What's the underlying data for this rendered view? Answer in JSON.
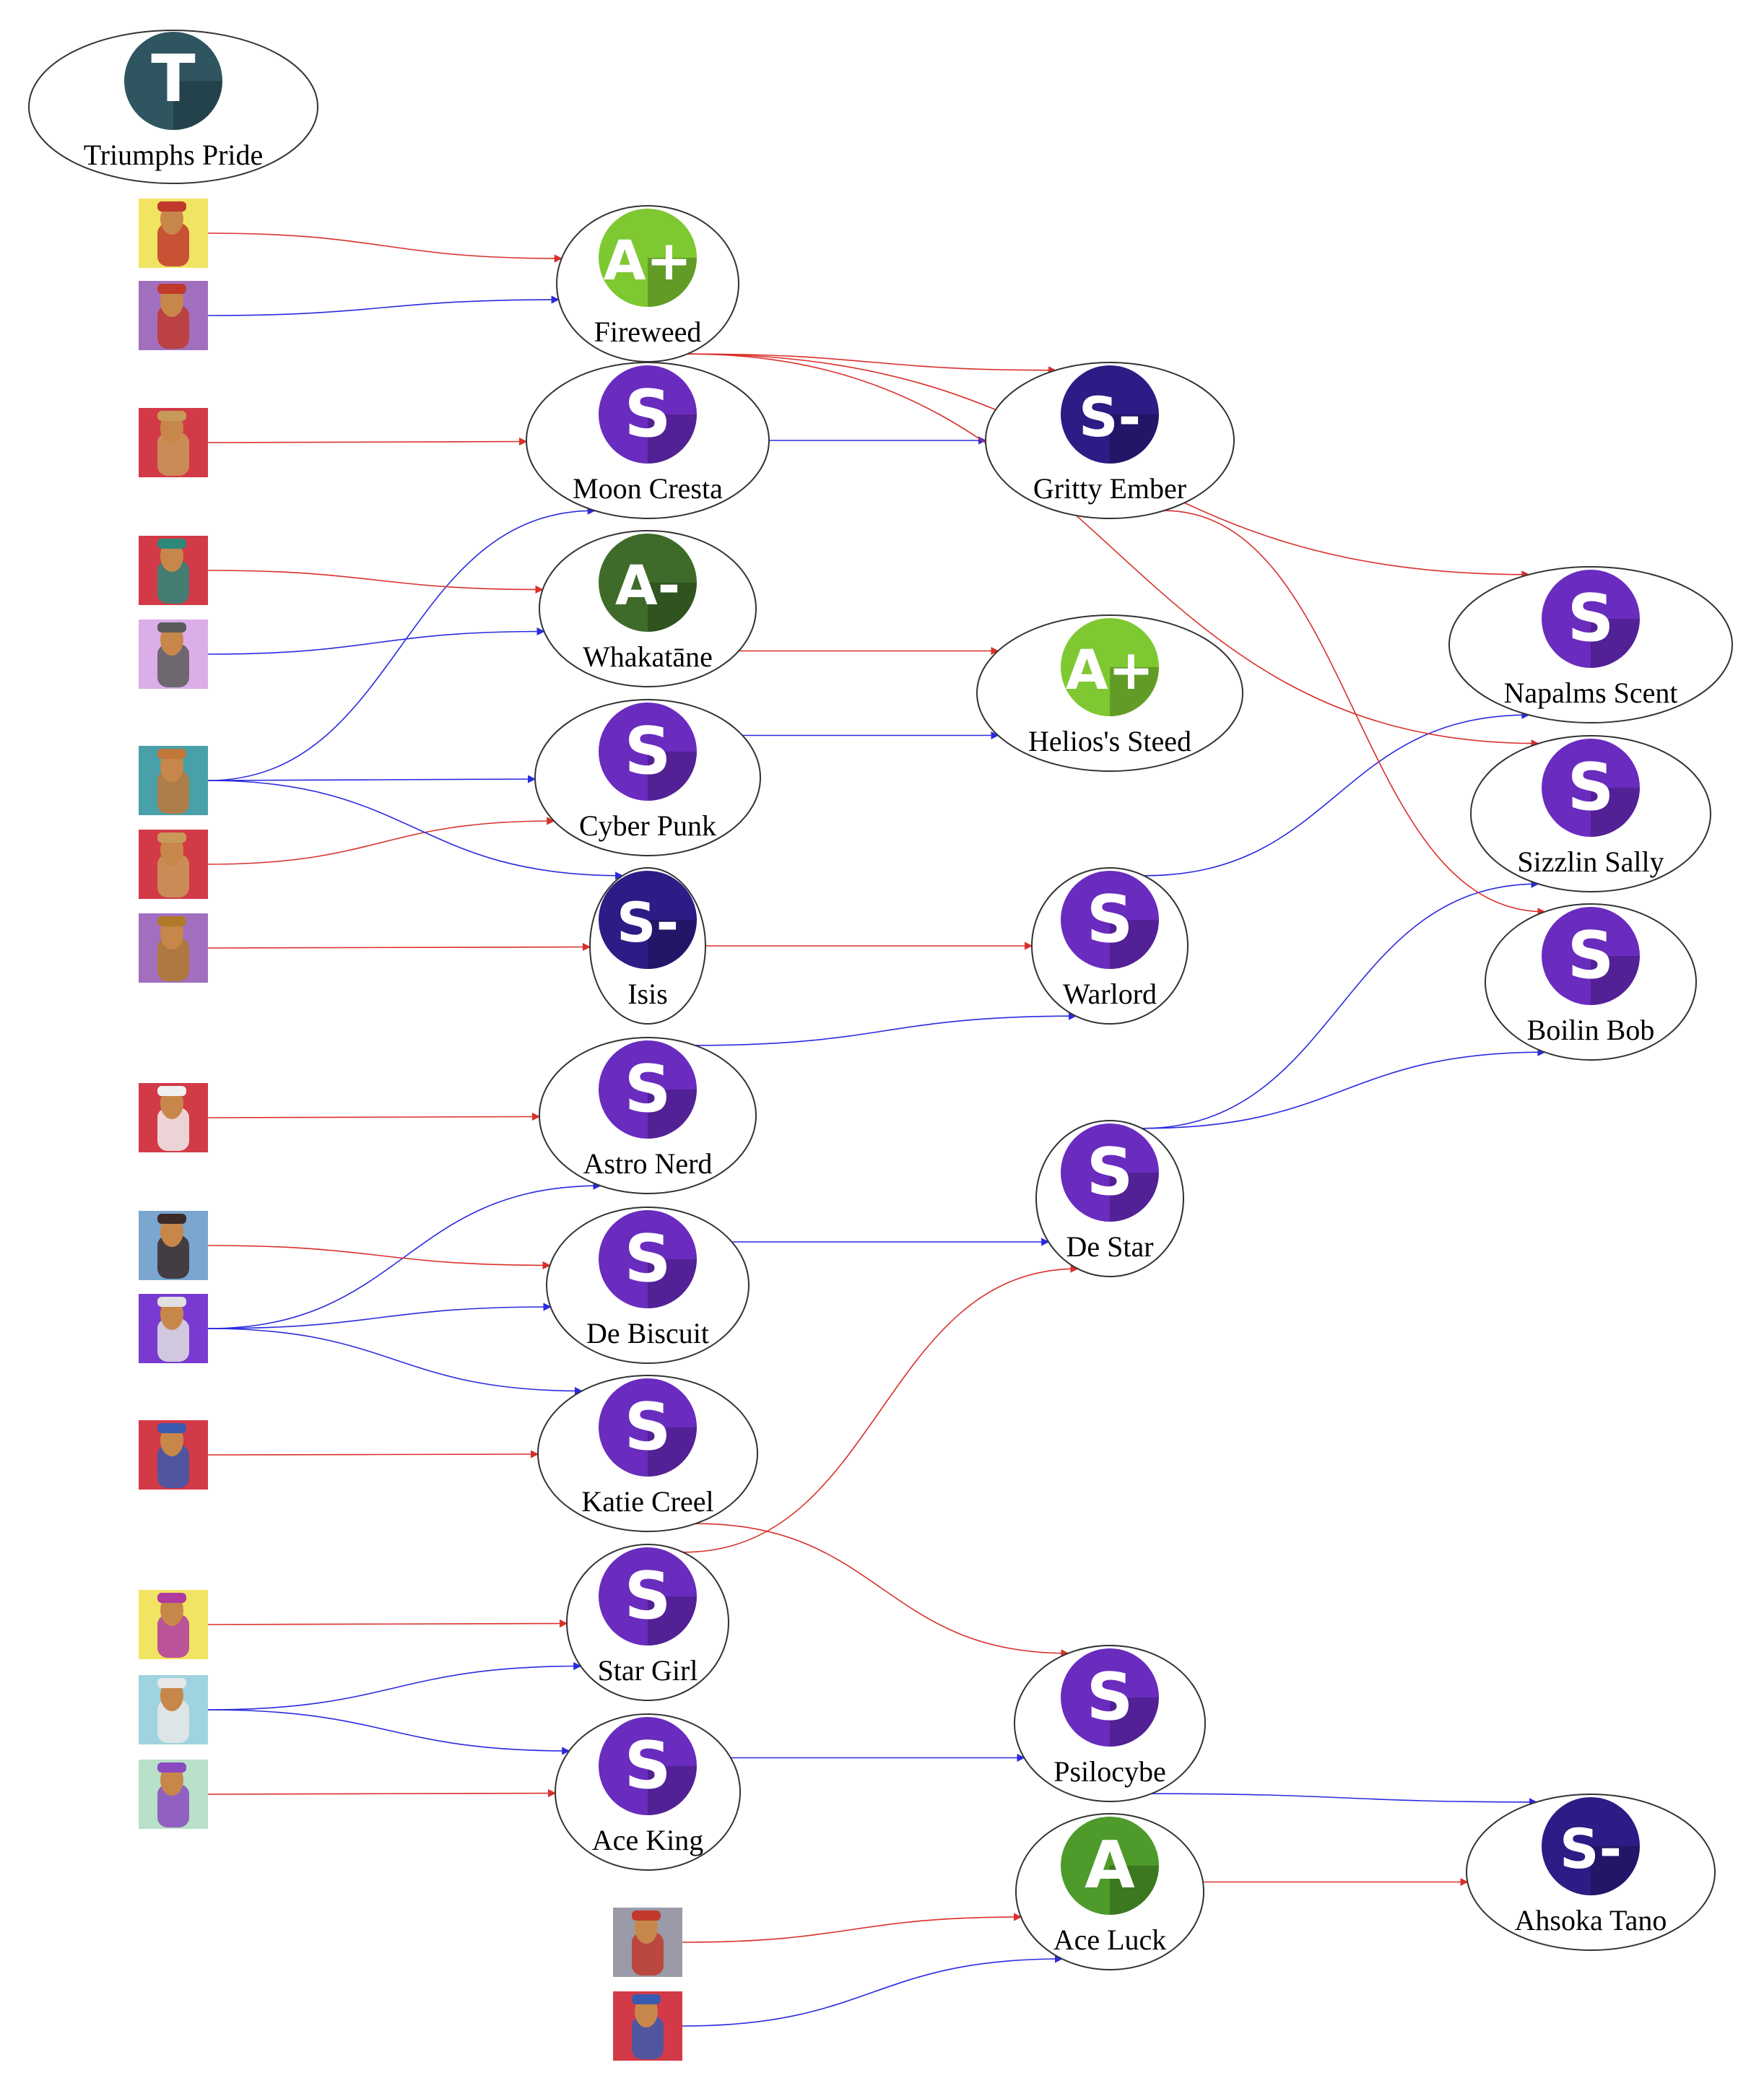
{
  "title_node": {
    "label": "Triumphs Pride",
    "grade": "T",
    "color": "#2f5560"
  },
  "grade_colors": {
    "S": "#6a2bbf",
    "S-": "#2e1b85",
    "A+": "#7ec832",
    "A": "#4e9a2a",
    "A-": "#3f6b2a",
    "T": "#2f5560"
  },
  "nodes": [
    {
      "id": "fireweed",
      "label": "Fireweed",
      "grade": "A+"
    },
    {
      "id": "moon-cresta",
      "label": "Moon Cresta",
      "grade": "S"
    },
    {
      "id": "whakatane",
      "label": "Whakatāne",
      "grade": "A-"
    },
    {
      "id": "cyber-punk",
      "label": "Cyber Punk",
      "grade": "S"
    },
    {
      "id": "isis",
      "label": "Isis",
      "grade": "S-"
    },
    {
      "id": "astro-nerd",
      "label": "Astro Nerd",
      "grade": "S"
    },
    {
      "id": "de-biscuit",
      "label": "De Biscuit",
      "grade": "S"
    },
    {
      "id": "katie-creel",
      "label": "Katie Creel",
      "grade": "S"
    },
    {
      "id": "star-girl",
      "label": "Star Girl",
      "grade": "S"
    },
    {
      "id": "ace-king",
      "label": "Ace King",
      "grade": "S"
    },
    {
      "id": "gritty-ember",
      "label": "Gritty Ember",
      "grade": "S-"
    },
    {
      "id": "helios-steed",
      "label": "Helios's Steed",
      "grade": "A+"
    },
    {
      "id": "warlord",
      "label": "Warlord",
      "grade": "S"
    },
    {
      "id": "de-star",
      "label": "De Star",
      "grade": "S"
    },
    {
      "id": "psilocybe",
      "label": "Psilocybe",
      "grade": "S"
    },
    {
      "id": "ace-luck",
      "label": "Ace Luck",
      "grade": "A"
    },
    {
      "id": "napalms-scent",
      "label": "Napalms Scent",
      "grade": "S"
    },
    {
      "id": "sizzlin-sally",
      "label": "Sizzlin Sally",
      "grade": "S"
    },
    {
      "id": "boilin-bob",
      "label": "Boilin Bob",
      "grade": "S"
    },
    {
      "id": "ahsoka-tano",
      "label": "Ahsoka Tano",
      "grade": "S-"
    }
  ],
  "thumbnails": [
    {
      "id": "p1",
      "bg": "#f2e463",
      "accent": "#c0392b"
    },
    {
      "id": "p2",
      "bg": "#a26fbf",
      "accent": "#c0392b"
    },
    {
      "id": "p3",
      "bg": "#d33a47",
      "accent": "#c89a5a"
    },
    {
      "id": "p4",
      "bg": "#d33a47",
      "accent": "#2d8a7a"
    },
    {
      "id": "p5",
      "bg": "#dcaee8",
      "accent": "#5a5a5a"
    },
    {
      "id": "p6",
      "bg": "#4aa0a8",
      "accent": "#c0783a"
    },
    {
      "id": "p7",
      "bg": "#d33a47",
      "accent": "#c89a5a"
    },
    {
      "id": "p8",
      "bg": "#a26fbf",
      "accent": "#b07a2a"
    },
    {
      "id": "p9",
      "bg": "#d33a47",
      "accent": "#f0f0f0"
    },
    {
      "id": "p10",
      "bg": "#7aa6cf",
      "accent": "#3a2a2a"
    },
    {
      "id": "p11",
      "bg": "#7a3ad1",
      "accent": "#e0e0e0"
    },
    {
      "id": "p12",
      "bg": "#d33a47",
      "accent": "#3a5ab0"
    },
    {
      "id": "p13",
      "bg": "#f2e463",
      "accent": "#b03aa0"
    },
    {
      "id": "p14",
      "bg": "#9fd3df",
      "accent": "#e8e8e8"
    },
    {
      "id": "p15",
      "bg": "#b9e0c9",
      "accent": "#8a4ac0"
    },
    {
      "id": "p16",
      "bg": "#9a9aa8",
      "accent": "#c0392b"
    },
    {
      "id": "p17",
      "bg": "#d33a47",
      "accent": "#3a5ab0"
    }
  ],
  "edge_colors": {
    "red": "#d9302a",
    "blue": "#2a2ae0"
  },
  "edges": [
    {
      "from": "p1",
      "to": "fireweed",
      "color": "red"
    },
    {
      "from": "p2",
      "to": "fireweed",
      "color": "blue"
    },
    {
      "from": "p3",
      "to": "moon-cresta",
      "color": "red"
    },
    {
      "from": "p6",
      "to": "moon-cresta",
      "color": "blue"
    },
    {
      "from": "p4",
      "to": "whakatane",
      "color": "red"
    },
    {
      "from": "p5",
      "to": "whakatane",
      "color": "blue"
    },
    {
      "from": "p6",
      "to": "cyber-punk",
      "color": "blue"
    },
    {
      "from": "p7",
      "to": "cyber-punk",
      "color": "red"
    },
    {
      "from": "p6",
      "to": "isis",
      "color": "blue"
    },
    {
      "from": "p8",
      "to": "isis",
      "color": "red"
    },
    {
      "from": "p9",
      "to": "astro-nerd",
      "color": "red"
    },
    {
      "from": "p11",
      "to": "astro-nerd",
      "color": "blue"
    },
    {
      "from": "p10",
      "to": "de-biscuit",
      "color": "red"
    },
    {
      "from": "p11",
      "to": "de-biscuit",
      "color": "blue"
    },
    {
      "from": "p11",
      "to": "katie-creel",
      "color": "blue"
    },
    {
      "from": "p12",
      "to": "katie-creel",
      "color": "red"
    },
    {
      "from": "p13",
      "to": "star-girl",
      "color": "red"
    },
    {
      "from": "p14",
      "to": "star-girl",
      "color": "blue"
    },
    {
      "from": "p14",
      "to": "ace-king",
      "color": "blue"
    },
    {
      "from": "p15",
      "to": "ace-king",
      "color": "red"
    },
    {
      "from": "p16",
      "to": "ace-luck",
      "color": "red"
    },
    {
      "from": "p17",
      "to": "ace-luck",
      "color": "blue"
    },
    {
      "from": "fireweed",
      "to": "gritty-ember",
      "color": "red"
    },
    {
      "from": "moon-cresta",
      "to": "gritty-ember",
      "color": "blue"
    },
    {
      "from": "whakatane",
      "to": "helios-steed",
      "color": "red"
    },
    {
      "from": "cyber-punk",
      "to": "helios-steed",
      "color": "blue"
    },
    {
      "from": "isis",
      "to": "warlord",
      "color": "red"
    },
    {
      "from": "astro-nerd",
      "to": "warlord",
      "color": "blue"
    },
    {
      "from": "de-biscuit",
      "to": "de-star",
      "color": "blue"
    },
    {
      "from": "star-girl",
      "to": "de-star",
      "color": "red"
    },
    {
      "from": "katie-creel",
      "to": "psilocybe",
      "color": "red"
    },
    {
      "from": "ace-king",
      "to": "psilocybe",
      "color": "blue"
    },
    {
      "from": "fireweed",
      "to": "napalms-scent",
      "color": "red"
    },
    {
      "from": "warlord",
      "to": "napalms-scent",
      "color": "blue"
    },
    {
      "from": "fireweed",
      "to": "sizzlin-sally",
      "color": "red"
    },
    {
      "from": "de-star",
      "to": "sizzlin-sally",
      "color": "blue"
    },
    {
      "from": "gritty-ember",
      "to": "boilin-bob",
      "color": "red"
    },
    {
      "from": "de-star",
      "to": "boilin-bob",
      "color": "blue"
    },
    {
      "from": "psilocybe",
      "to": "ahsoka-tano",
      "color": "blue"
    },
    {
      "from": "ace-luck",
      "to": "ahsoka-tano",
      "color": "red"
    }
  ]
}
